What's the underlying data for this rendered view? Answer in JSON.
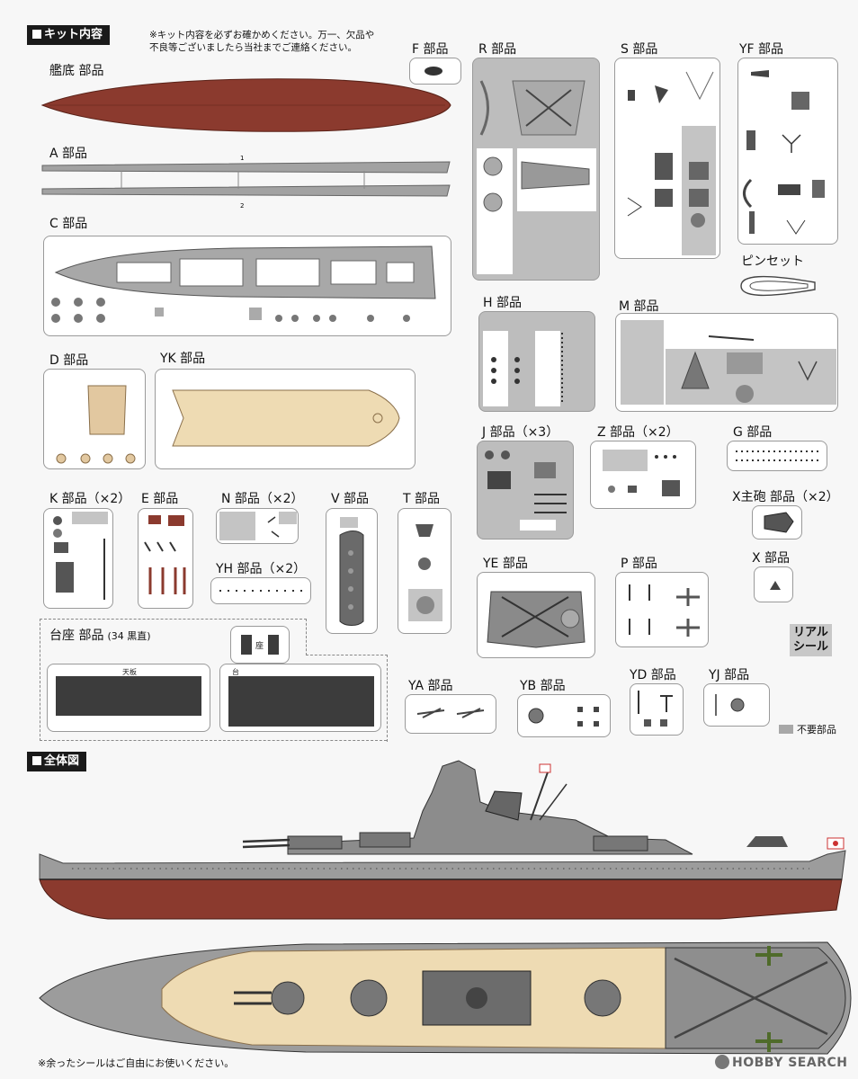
{
  "kit_header": "キット内容",
  "kit_note": [
    "※キット内容を必ずお確かめください。万一、欠品や",
    "不良等ございましたら当社までご連絡ください。"
  ],
  "sections": {
    "hull": "艦底 部品",
    "A": "A 部品",
    "C": "C 部品",
    "D": "D 部品",
    "YK": "YK 部品",
    "F": "F 部品",
    "R": "R 部品",
    "S": "S 部品",
    "YF": "YF 部品",
    "tweezers": "ピンセット",
    "H": "H 部品",
    "M": "M 部品",
    "J": "J 部品（×3）",
    "Z": "Z 部品（×2）",
    "G": "G 部品",
    "K": "K 部品（×2）",
    "E": "E 部品",
    "N": "N 部品（×2）",
    "V": "V 部品",
    "T": "T 部品",
    "Xgun": "X主砲 部品（×2）",
    "YH": "YH 部品（×2）",
    "YE": "YE 部品",
    "P": "P 部品",
    "X": "X 部品",
    "stand": "台座 部品",
    "stand_sub": "(34 黒直)",
    "YA": "YA 部品",
    "YB": "YB 部品",
    "YD": "YD 部品",
    "YJ": "YJ 部品"
  },
  "real_seal": [
    "リアル",
    "シール"
  ],
  "unneeded": "不要部品",
  "stand_labels": {
    "top": "天板",
    "base": "台",
    "seat": "座"
  },
  "overview_header": "全体図",
  "footer_note": "※余ったシールはご自由にお使いください。",
  "watermark": "HOBBY SEARCH",
  "colors": {
    "hull_red": "#8b3a2e",
    "ship_gray": "#9c9c9c",
    "deck_tan": "#eedbb3",
    "dark": "#3c3c3c"
  }
}
